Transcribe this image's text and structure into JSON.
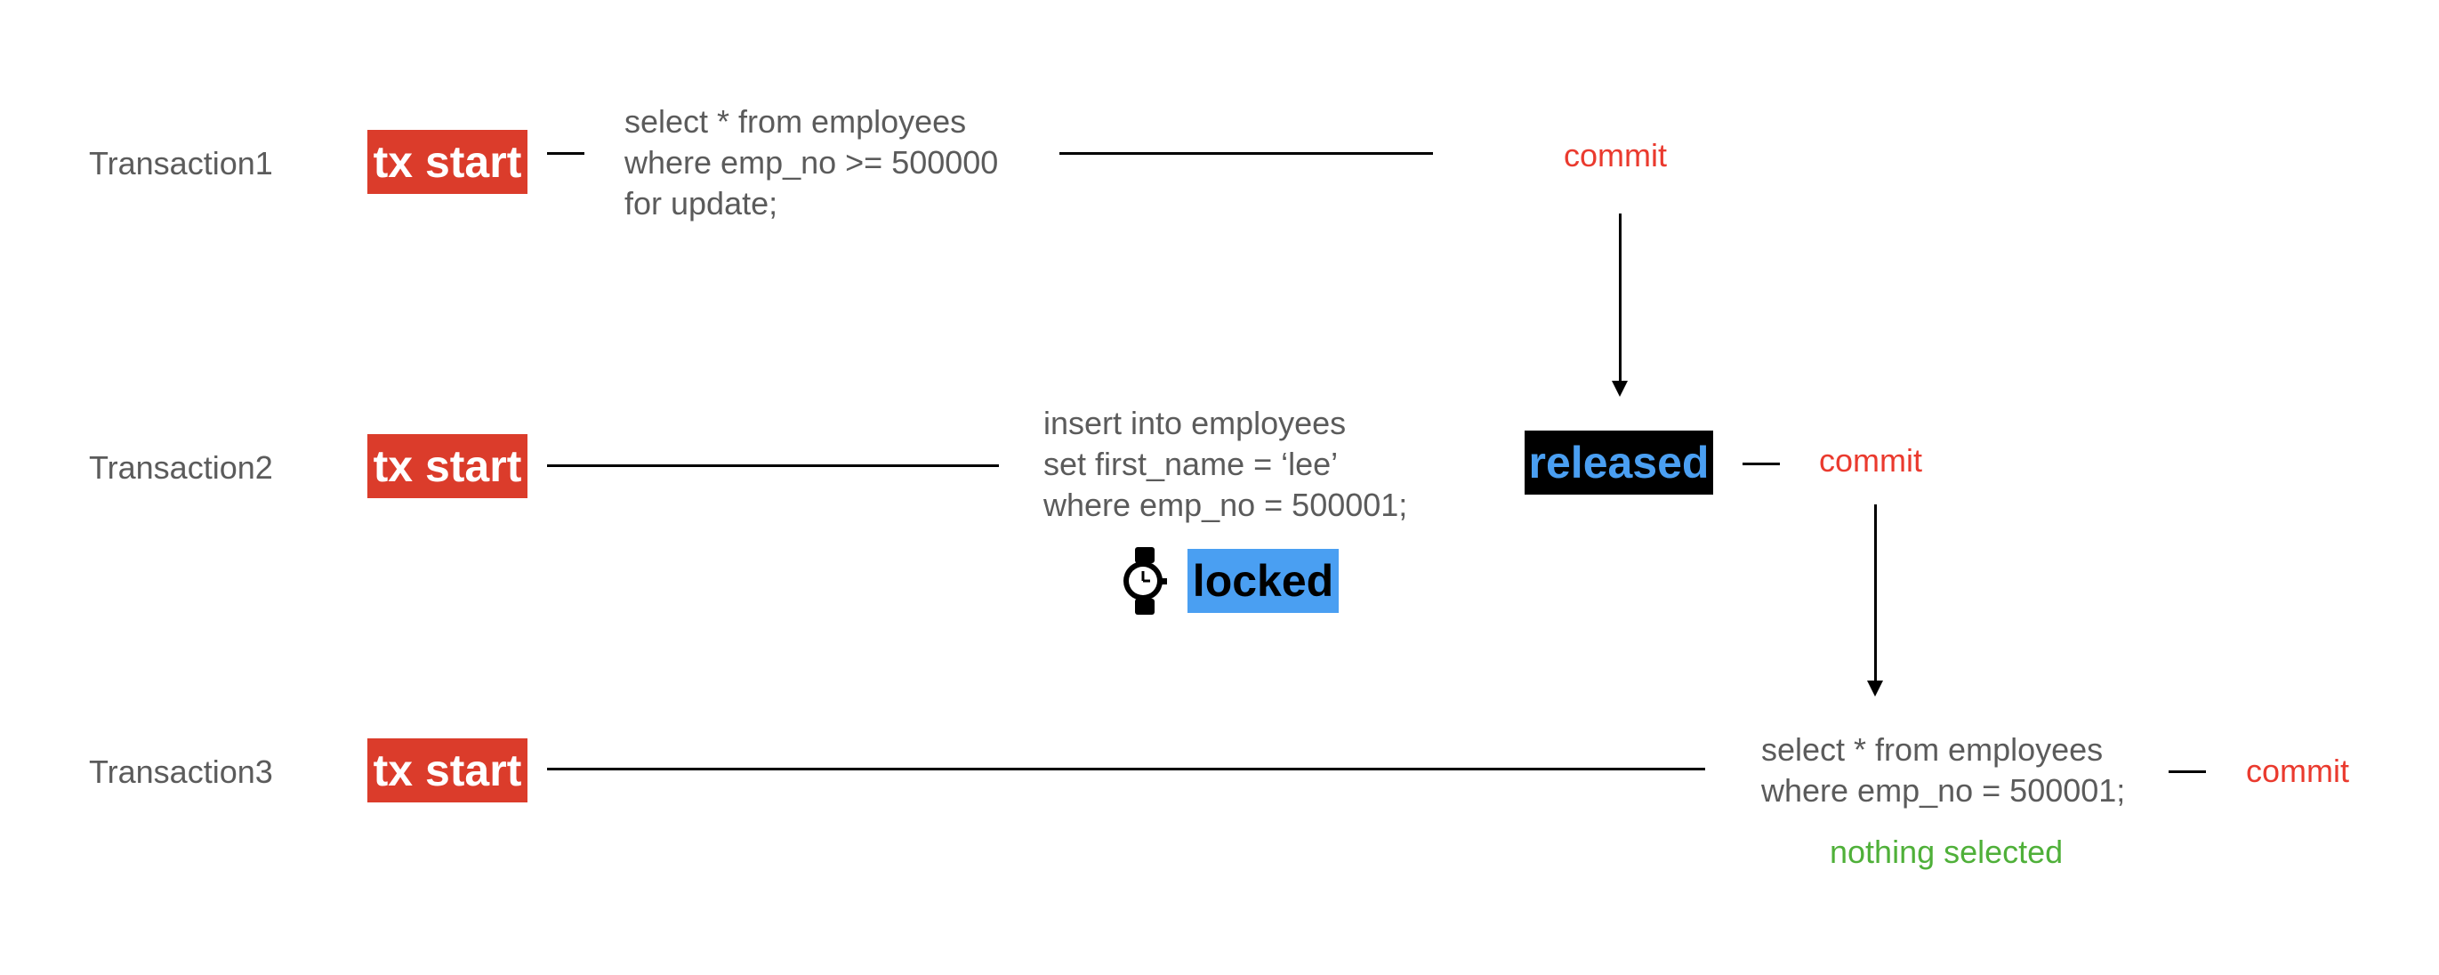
{
  "transactions": [
    {
      "label": "Transaction1",
      "start": "tx start"
    },
    {
      "label": "Transaction2",
      "start": "tx start"
    },
    {
      "label": "Transaction3",
      "start": "tx start"
    }
  ],
  "tx1": {
    "sql": [
      "select * from employees",
      "where emp_no >= 500000",
      "for update;"
    ],
    "commit": "commit"
  },
  "tx2": {
    "sql": [
      "insert into employees",
      "set first_name = ‘lee’",
      "where emp_no = 500001;"
    ],
    "locked": "locked",
    "released": "released",
    "commit": "commit"
  },
  "tx3": {
    "sql": [
      "select * from employees",
      "where emp_no = 500001;"
    ],
    "result": "nothing selected",
    "commit": "commit"
  },
  "icons": {
    "wait": "watch-icon"
  },
  "colors": {
    "start": "#db3c2b",
    "commit": "#ea3a2e",
    "lock": "#4a9ff2",
    "result": "#4fb039"
  }
}
